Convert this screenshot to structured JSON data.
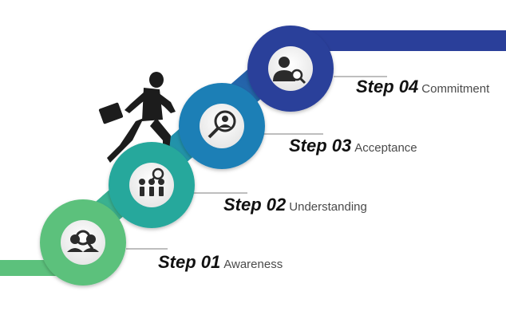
{
  "steps": [
    {
      "number": "Step 01",
      "label": "Awareness",
      "color": "#5cc17c",
      "icon": "people-search-icon"
    },
    {
      "number": "Step 02",
      "label": "Understanding",
      "color": "#26a89c",
      "icon": "team-magnifier-icon"
    },
    {
      "number": "Step 03",
      "label": "Acceptance",
      "color": "#1f7fb6",
      "icon": "person-magnifier-icon"
    },
    {
      "number": "Step 04",
      "label": "Commitment",
      "color": "#2a3f9a",
      "icon": "businessman-search-icon"
    }
  ],
  "decorations": {
    "figure": "running-businessman-with-briefcase",
    "figure_color": "#1c1c1c",
    "connector_color": "#7c7c7c"
  }
}
